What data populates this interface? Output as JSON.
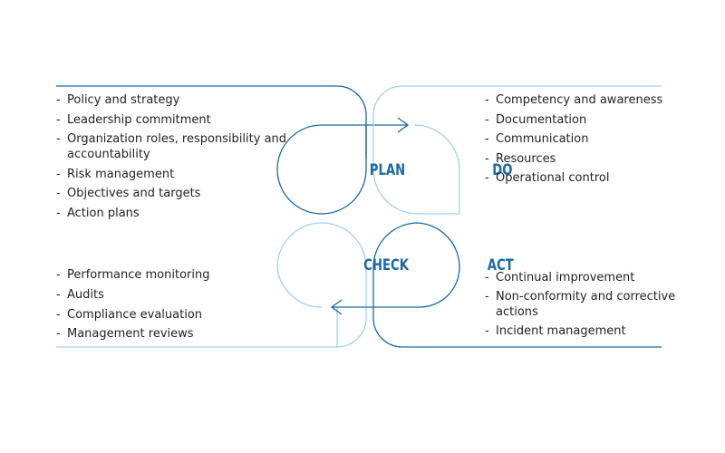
{
  "cycle": {
    "plan_label": "PLAN",
    "do_label": "DO",
    "check_label": "CHECK",
    "act_label": "ACT"
  },
  "plan_items": [
    "Policy and strategy",
    "Leadership commitment",
    "Organization roles, responsibility and accountability",
    "Risk management",
    "Objectives and targets",
    "Action plans"
  ],
  "do_items": [
    "Competency and awareness",
    "Documentation",
    "Communication",
    "Resources",
    "Operational control"
  ],
  "check_items": [
    "Performance monitoring",
    "Audits",
    "Compliance evaluation",
    "Management reviews"
  ],
  "act_items": [
    "Continual improvement",
    "Non-conformity and corrective actions",
    "Incident management"
  ],
  "colors": {
    "dark_blue": "#1a6aa3",
    "light_blue": "#9dd3ee",
    "text": "#231f20"
  }
}
